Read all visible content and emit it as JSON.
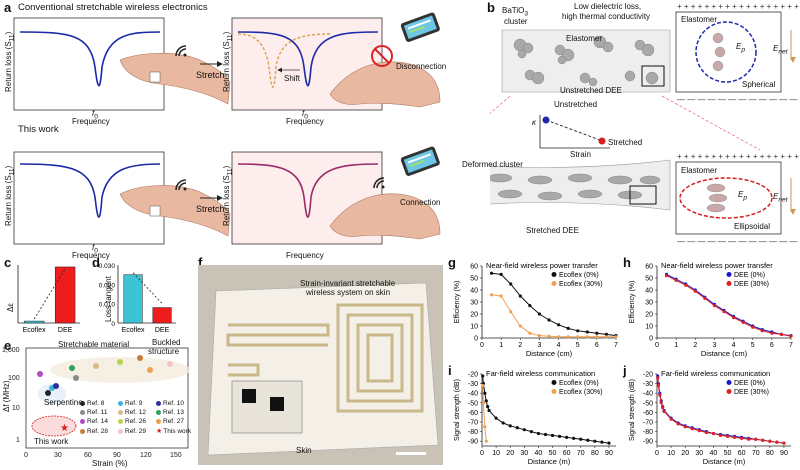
{
  "panels": {
    "a": {
      "label": "a",
      "conv_title": "Conventional stretchable wireless electronics",
      "this_title": "This work",
      "ylabel": "Return loss (S",
      "ylabel_sub": "11",
      "ylabel_end": ")",
      "xlabel": "Frequency",
      "f0": "f",
      "f0_sub": "0",
      "stretch1": "Stretch",
      "stretch2": "Stretch",
      "shift": "Shift",
      "disconnection": "Disconnection",
      "connection": "Connection"
    },
    "b": {
      "label": "b",
      "batio": "BaTiO",
      "batio_sub": "3",
      "cluster": "cluster",
      "low_loss": "Low dielectric loss,",
      "high_tc": "high thermal conductivity",
      "elastomer": "Elastomer",
      "unstretched_dee": "Unstretched DEE",
      "elastomer2": "Elastomer",
      "spherical": "Spherical",
      "enet": "E",
      "enet_sub": "net",
      "ep": "E",
      "ep_sub": "p",
      "unstretched": "Unstretched",
      "stretched": "Stretched",
      "strain": "Strain",
      "kappa": "κ",
      "deformed": "Deformed cluster",
      "stretched_dee": "Stretched DEE",
      "elastomer3": "Elastomer",
      "ellipsoidal": "Ellipsoidal",
      "enet2": "E",
      "enet2_sub": "net",
      "ep2": "E",
      "ep2_sub": "p"
    },
    "c": {
      "label": "c",
      "ylabel": "Δε",
      "cats": [
        "Ecoflex",
        "DEE"
      ]
    },
    "d": {
      "label": "d",
      "ylabel": "Loss tangent",
      "yticks": [
        "0.030",
        "0.020",
        "0.010",
        "0"
      ],
      "cats": [
        "Ecoflex",
        "DEE"
      ]
    },
    "e": {
      "label": "e",
      "ylabel": "Δf (MHz)",
      "xlabel": "Strain (%)",
      "yticks": [
        "1,000",
        "100",
        "10",
        "1"
      ],
      "xticks": [
        "0",
        "30",
        "60",
        "90",
        "120",
        "150"
      ],
      "stretchable": "Stretchable material",
      "buckled1": "Buckled",
      "buckled2": "structure",
      "serpentine": "Serpentine",
      "thiswork": "This work",
      "legend": [
        {
          "name": "Ref. 8",
          "color": "#222222"
        },
        {
          "name": "Ref. 9",
          "color": "#39b3e0"
        },
        {
          "name": "Ref. 10",
          "color": "#2b2f9c"
        },
        {
          "name": "Ref. 11",
          "color": "#8a8a8a"
        },
        {
          "name": "Ref. 12",
          "color": "#d9b98a"
        },
        {
          "name": "Ref. 13",
          "color": "#2ca35a"
        },
        {
          "name": "Ref. 14",
          "color": "#b04ac4"
        },
        {
          "name": "Ref. 26",
          "color": "#b8d44a"
        },
        {
          "name": "Ref. 27",
          "color": "#e8a34a"
        },
        {
          "name": "Ref. 28",
          "color": "#c77b3a"
        },
        {
          "name": "Ref. 29",
          "color": "#f0c5c5"
        },
        {
          "name": "This work",
          "color": "#d42020"
        }
      ]
    },
    "f": {
      "label": "f",
      "caption1": "Strain-invariant stretchable",
      "caption2": "wireless system on skin",
      "skin": "Skin"
    },
    "g": {
      "label": "g",
      "title": "Near-field wireless power transfer",
      "ylabel": "Efficiency (%)",
      "xlabel": "Distance (cm)",
      "legend": [
        "Ecoflex (0%)",
        "Ecoflex (30%)"
      ]
    },
    "h": {
      "label": "h",
      "title": "Near-field wireless power transfer",
      "ylabel": "Efficiency (%)",
      "xlabel": "Distance (cm)",
      "legend": [
        "DEE (0%)",
        "DEE (30%)"
      ]
    },
    "i": {
      "label": "i",
      "title": "Far-field wireless communication",
      "ylabel": "Signal strength (dB)",
      "xlabel": "Distance (m)",
      "legend": [
        "Ecoflex (0%)",
        "Ecoflex (30%)"
      ]
    },
    "j": {
      "label": "j",
      "title": "Far-field wireless communication",
      "ylabel": "Signal strength (dB)",
      "xlabel": "Distance (m)",
      "legend": [
        "DEE (0%)",
        "DEE (30%)"
      ]
    }
  },
  "chart_data": [
    {
      "id": "c",
      "type": "bar",
      "categories": [
        "Ecoflex",
        "DEE"
      ],
      "values": [
        0.2,
        5.8
      ],
      "colors": [
        "#3cc4d4",
        "#ee1c1c"
      ],
      "ylabel": "Δε",
      "ylim": [
        0,
        6
      ]
    },
    {
      "id": "d",
      "type": "bar",
      "categories": [
        "Ecoflex",
        "DEE"
      ],
      "values": [
        0.025,
        0.008
      ],
      "colors": [
        "#3cc4d4",
        "#ee1c1c"
      ],
      "ylabel": "Loss tangent",
      "ylim": [
        0,
        0.03
      ]
    },
    {
      "id": "g",
      "type": "line",
      "title": "Near-field wireless power transfer",
      "xlabel": "Distance (cm)",
      "ylabel": "Efficiency (%)",
      "xlim": [
        0,
        7
      ],
      "ylim": [
        0,
        60
      ],
      "xticks": [
        0,
        1,
        2,
        3,
        4,
        5,
        6,
        7
      ],
      "yticks": [
        0,
        10,
        20,
        30,
        40,
        50,
        60
      ],
      "series": [
        {
          "name": "Ecoflex (0%)",
          "color": "#111111",
          "x": [
            0.5,
            1,
            1.5,
            2,
            2.5,
            3,
            3.5,
            4,
            4.5,
            5,
            5.5,
            6,
            6.5,
            7
          ],
          "y": [
            54,
            53,
            45,
            35,
            27,
            20,
            15,
            11,
            8,
            6,
            5,
            4,
            3,
            2
          ]
        },
        {
          "name": "Ecoflex (30%)",
          "color": "#f0a050",
          "x": [
            0.5,
            1,
            1.5,
            2,
            2.5,
            3,
            3.5,
            4,
            4.5,
            5,
            5.5,
            6,
            6.5,
            7
          ],
          "y": [
            36,
            35,
            22,
            10,
            4,
            2,
            1.5,
            1,
            1,
            1,
            1,
            1,
            1,
            1
          ]
        }
      ]
    },
    {
      "id": "h",
      "type": "line",
      "title": "Near-field wireless power transfer",
      "xlabel": "Distance (cm)",
      "ylabel": "Efficiency (%)",
      "xlim": [
        0,
        7
      ],
      "ylim": [
        0,
        60
      ],
      "xticks": [
        0,
        1,
        2,
        3,
        4,
        5,
        6,
        7
      ],
      "yticks": [
        0,
        10,
        20,
        30,
        40,
        50,
        60
      ],
      "series": [
        {
          "name": "DEE (0%)",
          "color": "#1a1acc",
          "x": [
            0.5,
            1,
            1.5,
            2,
            2.5,
            3,
            3.5,
            4,
            4.5,
            5,
            5.5,
            6,
            6.5,
            7
          ],
          "y": [
            53,
            49,
            45,
            40,
            34,
            28,
            23,
            18,
            14,
            10,
            7,
            5,
            3,
            2
          ]
        },
        {
          "name": "DEE (30%)",
          "color": "#dd2222",
          "x": [
            0.5,
            1,
            1.5,
            2,
            2.5,
            3,
            3.5,
            4,
            4.5,
            5,
            5.5,
            6,
            6.5,
            7
          ],
          "y": [
            52,
            48,
            44,
            39,
            33,
            27,
            22,
            17,
            13,
            9,
            6,
            4,
            3,
            1.5
          ]
        }
      ]
    },
    {
      "id": "i",
      "type": "line",
      "title": "Far-field wireless communication",
      "xlabel": "Distance (m)",
      "ylabel": "Signal strength (dB)",
      "xlim": [
        0,
        95
      ],
      "ylim": [
        -95,
        -20
      ],
      "xticks": [
        0,
        10,
        20,
        30,
        40,
        50,
        60,
        70,
        80,
        90
      ],
      "yticks": [
        -20,
        -30,
        -40,
        -50,
        -60,
        -70,
        -80,
        -90
      ],
      "series": [
        {
          "name": "Ecoflex (0%)",
          "color": "#111111",
          "x": [
            0.5,
            1,
            2,
            3,
            4,
            5,
            10,
            15,
            20,
            25,
            30,
            35,
            40,
            45,
            50,
            55,
            60,
            65,
            70,
            75,
            80,
            85,
            90
          ],
          "y": [
            -22,
            -30,
            -40,
            -48,
            -54,
            -58,
            -66,
            -71,
            -74,
            -76,
            -78,
            -80,
            -82,
            -83,
            -84,
            -85,
            -86,
            -87,
            -88,
            -89,
            -90,
            -91,
            -92
          ]
        },
        {
          "name": "Ecoflex (30%)",
          "color": "#f0a050",
          "x": [
            0.5,
            1,
            2,
            3
          ],
          "y": [
            -32,
            -50,
            -75,
            -90
          ]
        }
      ]
    },
    {
      "id": "j",
      "type": "line",
      "title": "Far-field wireless communication",
      "xlabel": "Distance (m)",
      "ylabel": "Signal strength (dB)",
      "xlim": [
        0,
        95
      ],
      "ylim": [
        -95,
        -20
      ],
      "xticks": [
        0,
        10,
        20,
        30,
        40,
        50,
        60,
        70,
        80,
        90
      ],
      "yticks": [
        -20,
        -30,
        -40,
        -50,
        -60,
        -70,
        -80,
        -90
      ],
      "series": [
        {
          "name": "DEE (0%)",
          "color": "#1a1acc",
          "x": [
            0.5,
            1,
            2,
            3,
            4,
            5,
            10,
            15,
            20,
            25,
            30,
            35,
            40,
            45,
            50,
            55,
            60,
            65,
            70,
            75,
            80,
            85,
            90
          ],
          "y": [
            -22,
            -30,
            -40,
            -48,
            -54,
            -58,
            -66,
            -71,
            -74,
            -76,
            -78,
            -80,
            -82,
            -83,
            -84,
            -85,
            -86,
            -87,
            -88,
            -89,
            -90,
            -91,
            -92
          ]
        },
        {
          "name": "DEE (30%)",
          "color": "#dd2222",
          "x": [
            0.5,
            1,
            2,
            3,
            4,
            5,
            10,
            15,
            20,
            25,
            30,
            35,
            40,
            45,
            50,
            55,
            60,
            65,
            70,
            75,
            80,
            85,
            90
          ],
          "y": [
            -24,
            -32,
            -42,
            -50,
            -55,
            -59,
            -67,
            -72,
            -75,
            -77,
            -79,
            -81,
            -82,
            -84,
            -85,
            -86,
            -87,
            -88,
            -88,
            -89,
            -90,
            -91,
            -92
          ]
        }
      ]
    }
  ]
}
